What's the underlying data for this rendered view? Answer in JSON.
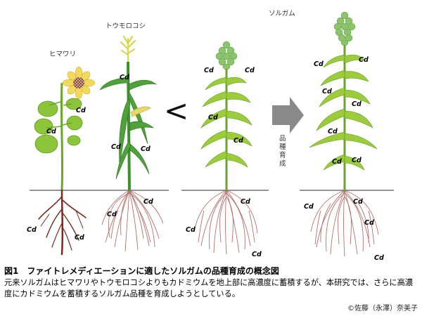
{
  "plants": {
    "sunflower_label": "ヒマワリ",
    "corn_label": "トウモロコシ",
    "sorghum_label": "ソルガム"
  },
  "comparison_symbol": "<",
  "arrow_label": "品種育成",
  "cd_label": "Cd",
  "caption": {
    "title": "図1　ファイトレメディエーションに適したソルガムの品種育成の概念図",
    "body": "元来ソルガムはヒマワリやトウモロコシよりもカドミウムを地上部に高濃度に蓄積するが、本研究では、さらに高濃度にカドミウムを蓄積するソルガム品種を育成しようとしている。",
    "copyright": "©佐藤（永澤）奈美子"
  },
  "colors": {
    "leaf": "#9ccc3a",
    "leaf_dark": "#5e9a22",
    "stem": "#6aa62c",
    "corn_leaf": "#3f8f2f",
    "root_sunflower": "#7a2b1c",
    "root_fibrous": "#b5706a",
    "arrow": "#8a8a8a",
    "tassel": "#e8e870",
    "sunflower_petal": "#f2d95c",
    "panicle": "#8cc46e"
  }
}
